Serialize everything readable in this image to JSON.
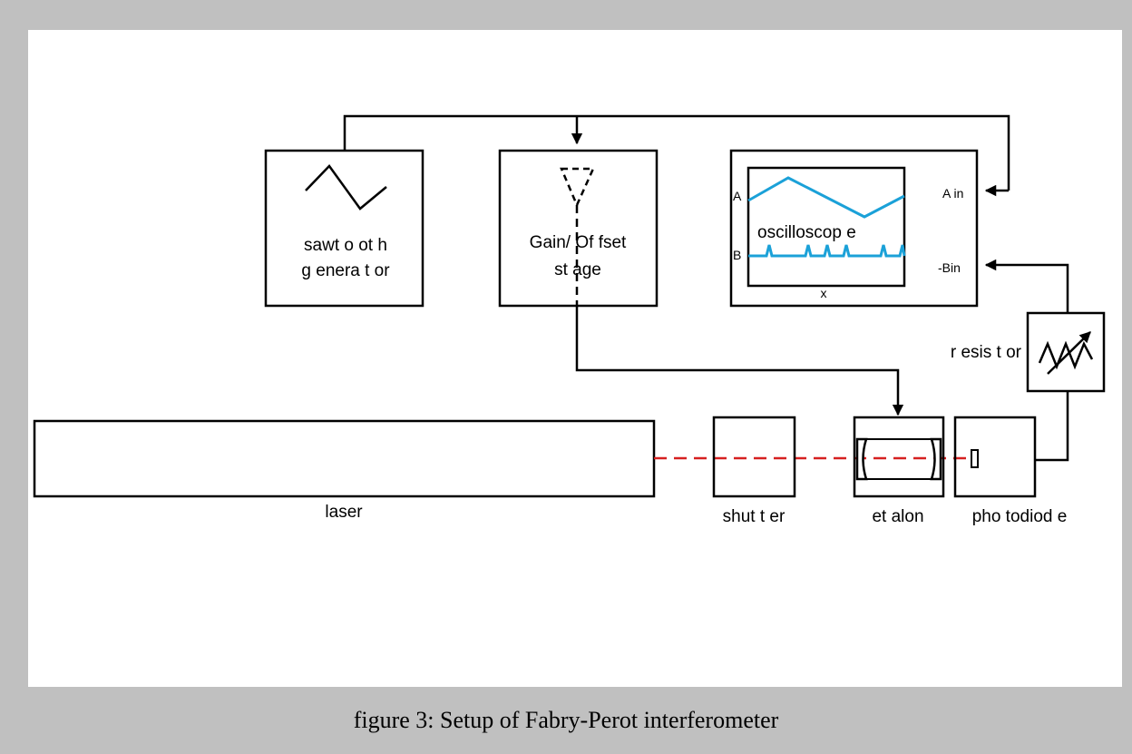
{
  "caption": "figure 3: Setup of Fabry-Perot interferometer",
  "components": {
    "sawtooth_line1": "sawt o ot h",
    "sawtooth_line2": "g enera t or",
    "gain_line1": "Gain/ Of fset",
    "gain_line2": "st age",
    "oscilloscope": "oscilloscop e",
    "scope_channel_a": "A",
    "scope_channel_b": "B",
    "scope_x": "x",
    "input_a": "A in",
    "input_b": "-Bin",
    "resistor": "r esis t or",
    "laser": "laser",
    "shutter": "shut t er",
    "etalon": "et alon",
    "photodiode": "pho todiod e"
  },
  "colors": {
    "background": "#c0c0c0",
    "panel": "#ffffff",
    "beam": "#d62020",
    "scope_trace": "#1ba1d8"
  },
  "icons": {
    "sawtooth": "triangle-wave-icon",
    "amplifier": "amplifier-triangle-icon",
    "resistor": "variable-resistor-icon"
  }
}
